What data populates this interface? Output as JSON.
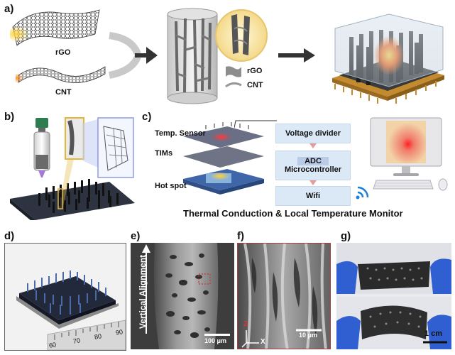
{
  "panels": {
    "a": {
      "label": "a)",
      "material1": "rGO",
      "material2": "CNT",
      "legend": [
        "rGO",
        "CNT"
      ]
    },
    "b": {
      "label": "b)"
    },
    "c": {
      "label": "c)",
      "layers": [
        "Temp. Sensor",
        "TIMs",
        "Hot spot"
      ],
      "steps": [
        "Voltage divider",
        "ADC",
        "Microcontroller",
        "Wifi"
      ],
      "caption": "Thermal Conduction & Local Temperature Monitor"
    },
    "d": {
      "label": "d)",
      "ruler_marks": [
        "60",
        "70",
        "80",
        "90"
      ]
    },
    "e": {
      "label": "e)",
      "axis_text": "Vertical Alignment",
      "scale": "100 μm"
    },
    "f": {
      "label": "f)",
      "scale": "10 μm",
      "axis_z": "Z",
      "axis_x": "X"
    },
    "g": {
      "label": "g)",
      "scale": "1 cm"
    }
  }
}
